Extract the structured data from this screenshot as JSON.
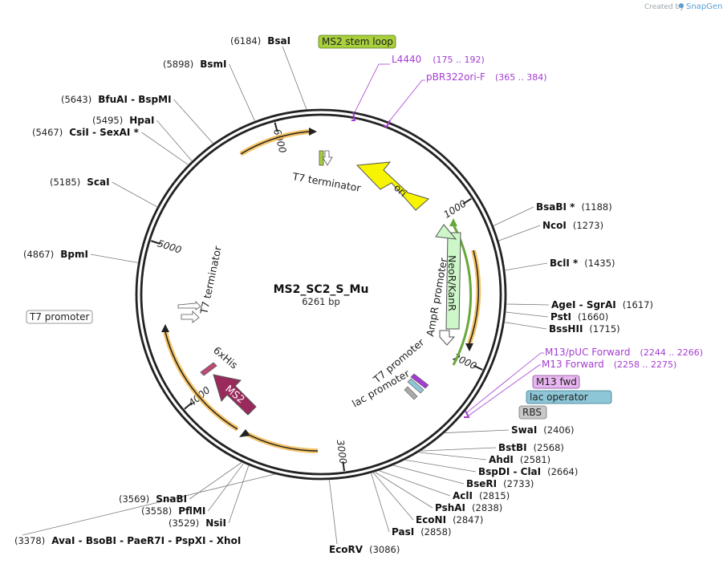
{
  "credit": {
    "prefix": "Created by",
    "brand": "SnapGene"
  },
  "plasmid": {
    "name": "MS2_SC2_S_Mu",
    "length_text": "6261 bp",
    "length": 6261
  },
  "sites": [
    {
      "name": "BsaI",
      "pos": "(6184)",
      "bp": 6184
    },
    {
      "name": "BsmI",
      "pos": "(5898)",
      "bp": 5898
    },
    {
      "name": "BfuAI  -  BspMI",
      "pos": "(5643)",
      "bp": 5643
    },
    {
      "name": "HpaI",
      "pos": "(5495)",
      "bp": 5495
    },
    {
      "name": "CsiI  -  SexAI *",
      "pos": "(5467)",
      "bp": 5467
    },
    {
      "name": "ScaI",
      "pos": "(5185)",
      "bp": 5185
    },
    {
      "name": "BpmI",
      "pos": "(4867)",
      "bp": 4867
    },
    {
      "name": "BsaBI *",
      "pos": "(1188)",
      "bp": 1188
    },
    {
      "name": "NcoI",
      "pos": "(1273)",
      "bp": 1273
    },
    {
      "name": "BclI *",
      "pos": "(1435)",
      "bp": 1435
    },
    {
      "name": "AgeI  -  SgrAI",
      "pos": "(1617)",
      "bp": 1617
    },
    {
      "name": "PstI",
      "pos": "(1660)",
      "bp": 1660
    },
    {
      "name": "BssHII",
      "pos": "(1715)",
      "bp": 1715
    },
    {
      "name": "SwaI",
      "pos": "(2406)",
      "bp": 2406
    },
    {
      "name": "BstBI",
      "pos": "(2568)",
      "bp": 2568
    },
    {
      "name": "AhdI",
      "pos": "(2581)",
      "bp": 2581
    },
    {
      "name": "BspDI  -  ClaI",
      "pos": "(2664)",
      "bp": 2664
    },
    {
      "name": "BseRI",
      "pos": "(2733)",
      "bp": 2733
    },
    {
      "name": "AclI",
      "pos": "(2815)",
      "bp": 2815
    },
    {
      "name": "PshAI",
      "pos": "(2838)",
      "bp": 2838
    },
    {
      "name": "EcoNI",
      "pos": "(2847)",
      "bp": 2847
    },
    {
      "name": "PasI",
      "pos": "(2858)",
      "bp": 2858
    },
    {
      "name": "EcoRV",
      "pos": "(3086)",
      "bp": 3086
    },
    {
      "name": "AvaI  -  BsoBI  -  PaeR7I  -  PspXI  -  XhoI",
      "pos": "(3378)",
      "bp": 3378
    },
    {
      "name": "NsiI",
      "pos": "(3529)",
      "bp": 3529
    },
    {
      "name": "PflMI",
      "pos": "(3558)",
      "bp": 3558
    },
    {
      "name": "SnaBI",
      "pos": "(3569)",
      "bp": 3569
    }
  ],
  "primers": [
    {
      "name": "L4440",
      "pos": "(175 .. 192)",
      "bp": 183
    },
    {
      "name": "pBR322ori-F",
      "pos": "(365 .. 384)",
      "bp": 374
    },
    {
      "name": "M13/pUC Forward",
      "pos": "(2244 .. 2266)",
      "bp": 2255
    },
    {
      "name": "M13 Forward",
      "pos": "(2258 .. 2275)",
      "bp": 2266
    }
  ],
  "boxed_features": [
    {
      "name": "MS2 stem loop",
      "color": "#a8cf3c",
      "text_color": "#222222"
    },
    {
      "name": "M13 fwd",
      "color": "#e8b6f0",
      "text_color": "#222222"
    },
    {
      "name": "lac operator",
      "color": "#8dc6d6",
      "text_color": "#222222"
    },
    {
      "name": "RBS",
      "color": "#c8c8c8",
      "text_color": "#222222"
    },
    {
      "name": "T7 promoter",
      "color": "#ffffff",
      "text_color": "#222222"
    }
  ],
  "features": [
    {
      "name": "ori",
      "color": "#f6f400"
    },
    {
      "name": "NeoR/KanR",
      "color": "#cdf7c8"
    },
    {
      "name": "AmpR promoter",
      "color": "#ffffff"
    },
    {
      "name": "MS2",
      "color": "#9a2a5c"
    },
    {
      "name": "6xHis",
      "color": "#c04a78"
    },
    {
      "name": "T7 terminator",
      "color": "#ffffff"
    },
    {
      "name": "T7 terminator",
      "color": "#ffffff"
    },
    {
      "name": "T7 promoter",
      "color": "#ffffff"
    },
    {
      "name": "lac promoter",
      "color": "#ffffff"
    }
  ],
  "ticks": [
    "1000",
    "2000",
    "3000",
    "4000",
    "5000",
    "6000"
  ],
  "colors": {
    "backbone": "#222222",
    "orf_arrow": "#f2b84b",
    "primer": "#a43cd1",
    "leader": "#7a7a7a"
  }
}
